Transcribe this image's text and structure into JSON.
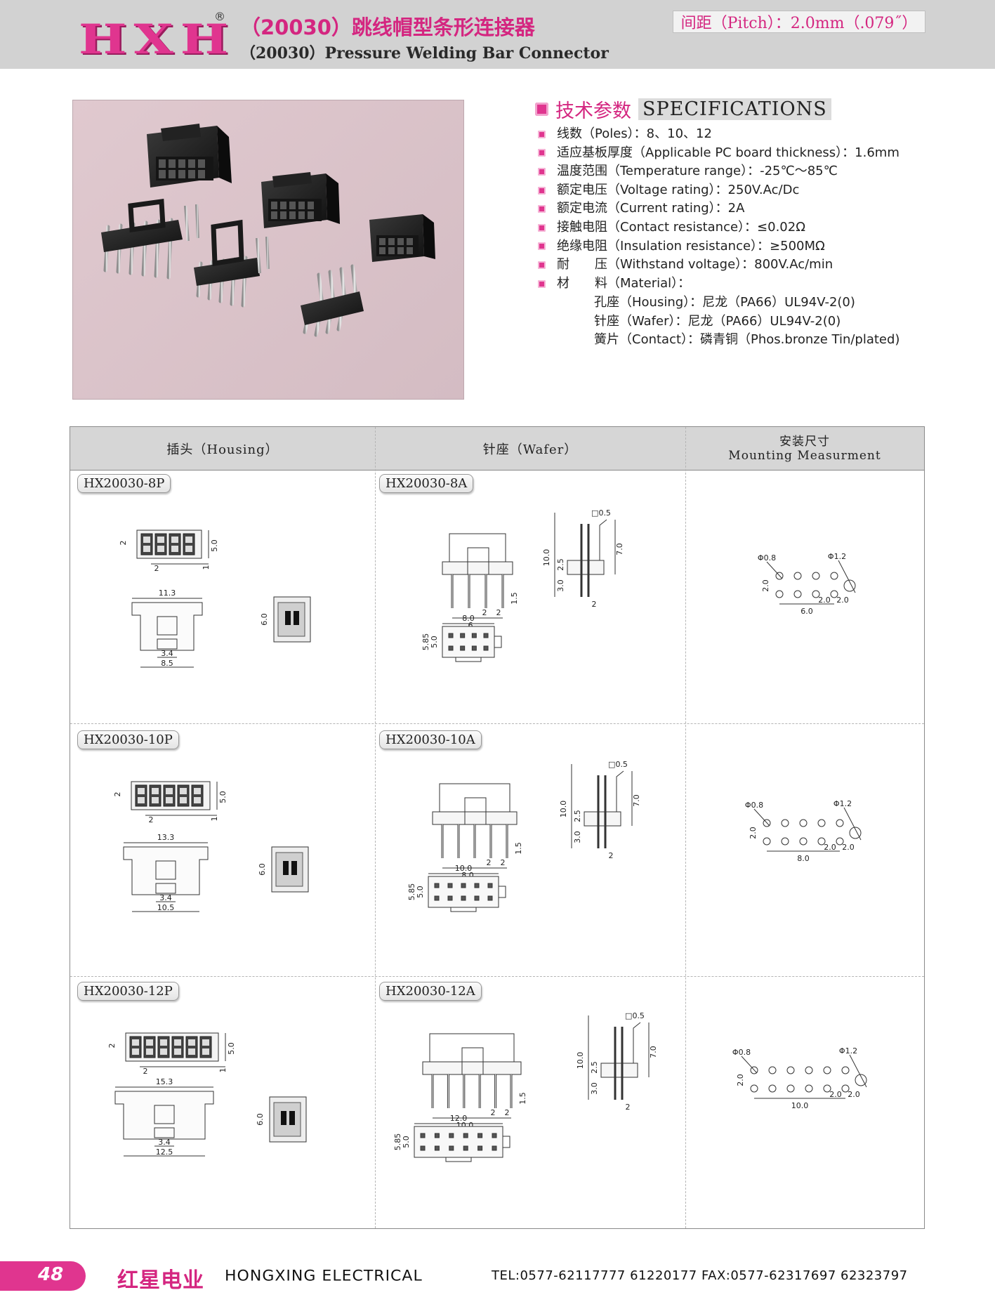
{
  "header": {
    "logo": "HXH",
    "registered": "®",
    "title_cn": "（20030）跳线帽型条形连接器",
    "title_en": "（20030）Pressure Welding Bar Connector",
    "pitch": "间距（Pitch）：2.0mm（.079˝）"
  },
  "specs": {
    "title_cn": "技术参数",
    "title_en": "SPECIFICATIONS",
    "items": [
      "线数（Poles）：8、10、12",
      "适应基板厚度（Applicable PC board thickness）：1.6mm",
      "温度范围（Temperature range）：-25℃～85℃",
      "额定电压（Voltage rating）：250V.Ac/Dc",
      "额定电流（Current rating）：2A",
      "接触电阻（Contact resistance）：≤0.02Ω",
      "绝缘电阻（Insulation resistance）：≥500MΩ",
      "耐　　压（Withstand voltage）：800V.Ac/min",
      "材　　料（Material）："
    ],
    "material": [
      "孔座（Housing）：尼龙（PA66）UL94V-2(0)",
      "针座（Wafer）：尼龙（PA66）UL94V-2(0)",
      "簧片（Contact）：磷青铜（Phos.bronze Tin/plated)"
    ]
  },
  "table": {
    "col_housing": "插头（Housing）",
    "col_wafer": "针座（Wafer）",
    "col_mount_cn": "安装尺寸",
    "col_mount_en": "Mounting Measurment",
    "rows": [
      {
        "housing_pn": "HX20030-8P",
        "wafer_pn": "HX20030-8A",
        "housing_dims": {
          "pitch": "2",
          "height": "5.0",
          "gap": "1",
          "width_top": "11.3",
          "depth": "6.0",
          "inner": "3.4",
          "width_bottom": "8.5"
        },
        "wafer_dims": {
          "pin": "□0.5",
          "total": "10.0",
          "upper": "7.0",
          "mid": "2.5",
          "lower": "3.0",
          "tail": "1.5",
          "p1": "2",
          "p2": "2",
          "span": "6",
          "side_p": "2",
          "top_w": "8.0",
          "h1": "5.85",
          "h2": "5.0"
        },
        "mount_dims": {
          "hole_a": "Φ0.8",
          "hole_b": "Φ1.2",
          "row_pitch": "2.0",
          "p1": "2.0",
          "p2": "2.0",
          "span": "6.0"
        }
      },
      {
        "housing_pn": "HX20030-10P",
        "wafer_pn": "HX20030-10A",
        "housing_dims": {
          "pitch": "2",
          "height": "5.0",
          "gap": "1",
          "width_top": "13.3",
          "depth": "6.0",
          "inner": "3.4",
          "width_bottom": "10.5"
        },
        "wafer_dims": {
          "pin": "□0.5",
          "total": "10.0",
          "upper": "7.0",
          "mid": "2.5",
          "lower": "3.0",
          "tail": "1.5",
          "p1": "2",
          "p2": "2",
          "span": "8.0",
          "side_p": "2",
          "top_w": "10.0",
          "h1": "5.85",
          "h2": "5.0"
        },
        "mount_dims": {
          "hole_a": "Φ0.8",
          "hole_b": "Φ1.2",
          "row_pitch": "2.0",
          "p1": "2.0",
          "p2": "2.0",
          "span": "8.0"
        }
      },
      {
        "housing_pn": "HX20030-12P",
        "wafer_pn": "HX20030-12A",
        "housing_dims": {
          "pitch": "2",
          "height": "5.0",
          "gap": "1",
          "width_top": "15.3",
          "depth": "6.0",
          "inner": "3.4",
          "width_bottom": "12.5"
        },
        "wafer_dims": {
          "pin": "□0.5",
          "total": "10.0",
          "upper": "7.0",
          "mid": "2.5",
          "lower": "3.0",
          "tail": "1.5",
          "p1": "2",
          "p2": "2",
          "span": "10.0",
          "side_p": "2",
          "top_w": "12.0",
          "h1": "5.85",
          "h2": "5.0"
        },
        "mount_dims": {
          "hole_a": "Φ0.8",
          "hole_b": "Φ1.2",
          "row_pitch": "2.0",
          "p1": "2.0",
          "p2": "2.0",
          "span": "10.0"
        }
      }
    ]
  },
  "footer": {
    "page": "48",
    "brand_cn": "红星电业",
    "brand_en": "HONGXING ELECTRICAL",
    "contact": "TEL:0577-62117777  61220177     FAX:0577-62317697  62323797"
  },
  "colors": {
    "accent": "#e0358f",
    "header_bg": "#d2d2d2",
    "table_head_bg": "#d6d6d6",
    "photo_bg": "#d8c2c8"
  }
}
